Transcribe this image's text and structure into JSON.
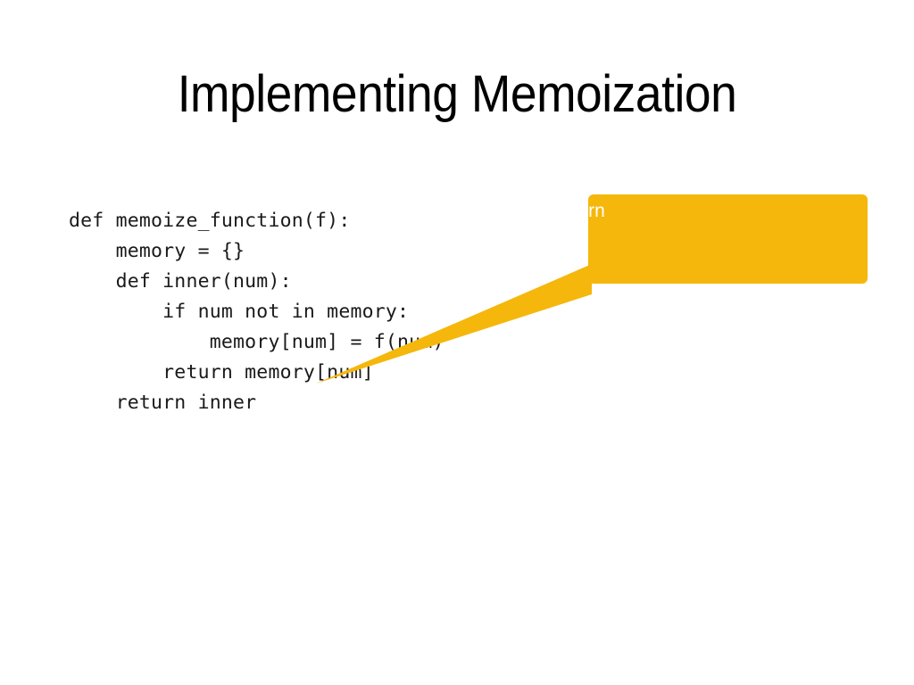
{
  "slide": {
    "background_color": "#ffffff",
    "title": "Implementing Memoization"
  },
  "code": {
    "language": "python",
    "text_color": "#1a1a1a",
    "lines": [
      "def memoize_function(f):",
      "    memory = {}",
      "    def inner(num):",
      "        if num not in memory:",
      "            memory[num] = f(num)",
      "        return memory[num]",
      "    return inner"
    ]
  },
  "callout": {
    "fill_color": "#F5B70B",
    "text_color": "#ffffff",
    "visible_text": "urn",
    "full_text": "return",
    "points_at_line": "        return memory[num]"
  }
}
